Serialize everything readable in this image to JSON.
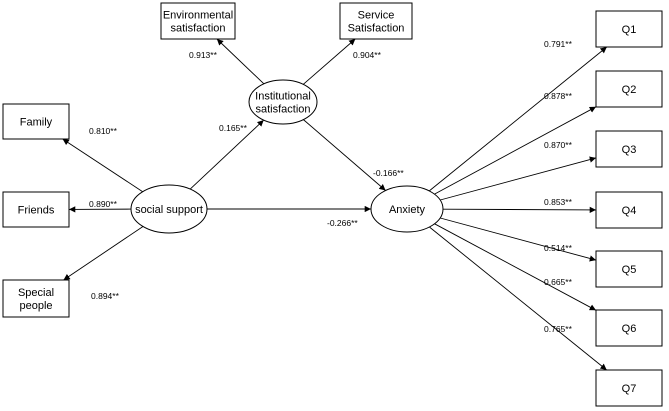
{
  "nodes": {
    "environmental": {
      "lines": [
        "Environmental",
        "satisfaction"
      ]
    },
    "service": {
      "lines": [
        "Service",
        "Satisfaction"
      ]
    },
    "institutional": {
      "lines": [
        "Institutional",
        "satisfaction"
      ]
    },
    "family": {
      "lines": [
        "Family"
      ]
    },
    "friends": {
      "lines": [
        "Friends"
      ]
    },
    "special": {
      "lines": [
        "Special",
        "people"
      ]
    },
    "social": {
      "lines": [
        "social support"
      ]
    },
    "anxiety": {
      "lines": [
        "Anxiety"
      ]
    },
    "q1": {
      "lines": [
        "Q1"
      ]
    },
    "q2": {
      "lines": [
        "Q2"
      ]
    },
    "q3": {
      "lines": [
        "Q3"
      ]
    },
    "q4": {
      "lines": [
        "Q4"
      ]
    },
    "q5": {
      "lines": [
        "Q5"
      ]
    },
    "q6": {
      "lines": [
        "Q6"
      ]
    },
    "q7": {
      "lines": [
        "Q7"
      ]
    }
  },
  "edges": [
    {
      "from": "institutional",
      "to": "environmental",
      "label": "0.913**"
    },
    {
      "from": "institutional",
      "to": "service",
      "label": "0.904**"
    },
    {
      "from": "social",
      "to": "institutional",
      "label": "0.165**"
    },
    {
      "from": "institutional",
      "to": "anxiety",
      "label": "-0.166**"
    },
    {
      "from": "social",
      "to": "family",
      "label": "0.810**"
    },
    {
      "from": "social",
      "to": "friends",
      "label": "0.890**"
    },
    {
      "from": "social",
      "to": "special",
      "label": "0.894**"
    },
    {
      "from": "social",
      "to": "anxiety",
      "label": "-0.266**"
    },
    {
      "from": "anxiety",
      "to": "q1",
      "label": "0.791**"
    },
    {
      "from": "anxiety",
      "to": "q2",
      "label": "0.878**"
    },
    {
      "from": "anxiety",
      "to": "q3",
      "label": "0.870**"
    },
    {
      "from": "anxiety",
      "to": "q4",
      "label": "0.853**"
    },
    {
      "from": "anxiety",
      "to": "q5",
      "label": "0.514**"
    },
    {
      "from": "anxiety",
      "to": "q6",
      "label": "0.665**"
    },
    {
      "from": "anxiety",
      "to": "q7",
      "label": "0.765**"
    }
  ]
}
